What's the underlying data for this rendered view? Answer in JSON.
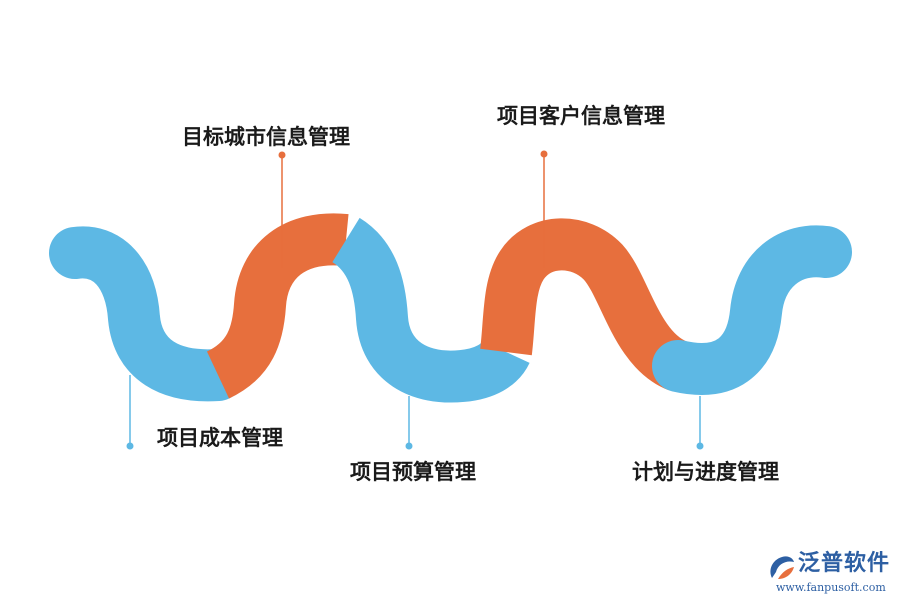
{
  "diagram": {
    "items": [
      {
        "label": "目标城市信息管理",
        "position": "top",
        "color": "#e76f3d"
      },
      {
        "label": "项目客户信息管理",
        "position": "top",
        "color": "#e76f3d"
      },
      {
        "label": "项目成本管理",
        "position": "bottom",
        "color": "#5db8e4"
      },
      {
        "label": "项目预算管理",
        "position": "bottom",
        "color": "#5db8e4"
      },
      {
        "label": "计划与进度管理",
        "position": "bottom",
        "color": "#5db8e4"
      }
    ]
  },
  "colors": {
    "wave_blue": "#5db8e4",
    "wave_orange": "#e76f3d",
    "brand": "#2d5fa3"
  },
  "logo": {
    "icon": "fanpu-logo-icon",
    "name": "泛普软件",
    "url": "www.fanpusoft.com"
  }
}
